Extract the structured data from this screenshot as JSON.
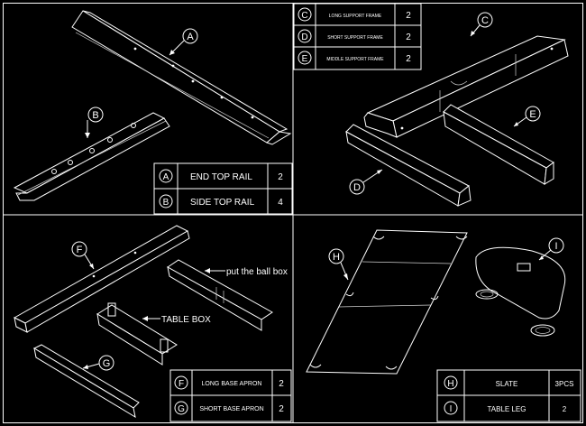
{
  "quadrant_1": {
    "callouts": [
      "A",
      "B"
    ],
    "legend": [
      {
        "letter": "A",
        "name": "END TOP RAIL",
        "qty": "2"
      },
      {
        "letter": "B",
        "name": "SIDE TOP RAIL",
        "qty": "4"
      }
    ]
  },
  "quadrant_2": {
    "callouts": [
      "C",
      "D",
      "E"
    ],
    "legend": [
      {
        "letter": "C",
        "name": "LONG SUPPORT FRAME",
        "qty": "2"
      },
      {
        "letter": "D",
        "name": "SHORT SUPPORT FRAME",
        "qty": "2"
      },
      {
        "letter": "E",
        "name": "MIDDLE SUPPORT FRAME",
        "qty": "2"
      }
    ]
  },
  "quadrant_3": {
    "callouts": [
      "F",
      "G"
    ],
    "annotations": {
      "ball_box": "put the ball box",
      "table_box": "TABLE BOX"
    },
    "legend": [
      {
        "letter": "F",
        "name": "LONG BASE APRON",
        "qty": "2"
      },
      {
        "letter": "G",
        "name": "SHORT BASE APRON",
        "qty": "2"
      }
    ]
  },
  "quadrant_4": {
    "callouts": [
      "H",
      "I"
    ],
    "legend": [
      {
        "letter": "H",
        "name": "SLATE",
        "qty": "3PCS"
      },
      {
        "letter": "I",
        "name": "TABLE LEG",
        "qty": "2"
      }
    ]
  },
  "colors": {
    "background": "#000000",
    "lines": "#ffffff"
  }
}
